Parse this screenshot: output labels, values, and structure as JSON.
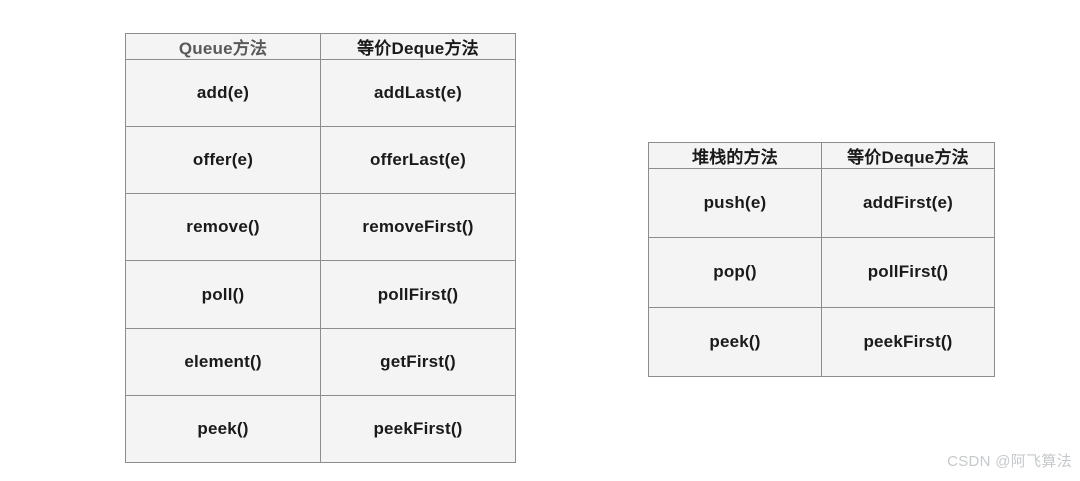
{
  "colors": {
    "background": "#ffffff",
    "cell_background": "#f4f4f5",
    "border": "#8d8d8d",
    "text": "#1a1a1a",
    "queue_header_muted": "#595959",
    "watermark": "#c6c9cb"
  },
  "queue_table": {
    "headers": [
      "Queue方法",
      "等价Deque方法"
    ],
    "rows": [
      [
        "add(e)",
        "addLast(e)"
      ],
      [
        "offer(e)",
        "offerLast(e)"
      ],
      [
        "remove()",
        "removeFirst()"
      ],
      [
        "poll()",
        "pollFirst()"
      ],
      [
        "element()",
        "getFirst()"
      ],
      [
        "peek()",
        "peekFirst()"
      ]
    ]
  },
  "stack_table": {
    "headers": [
      "堆栈的方法",
      "等价Deque方法"
    ],
    "rows": [
      [
        "push(e)",
        "addFirst(e)"
      ],
      [
        "pop()",
        "pollFirst()"
      ],
      [
        "peek()",
        "peekFirst()"
      ]
    ]
  },
  "watermark": {
    "text": "CSDN @阿飞算法"
  }
}
